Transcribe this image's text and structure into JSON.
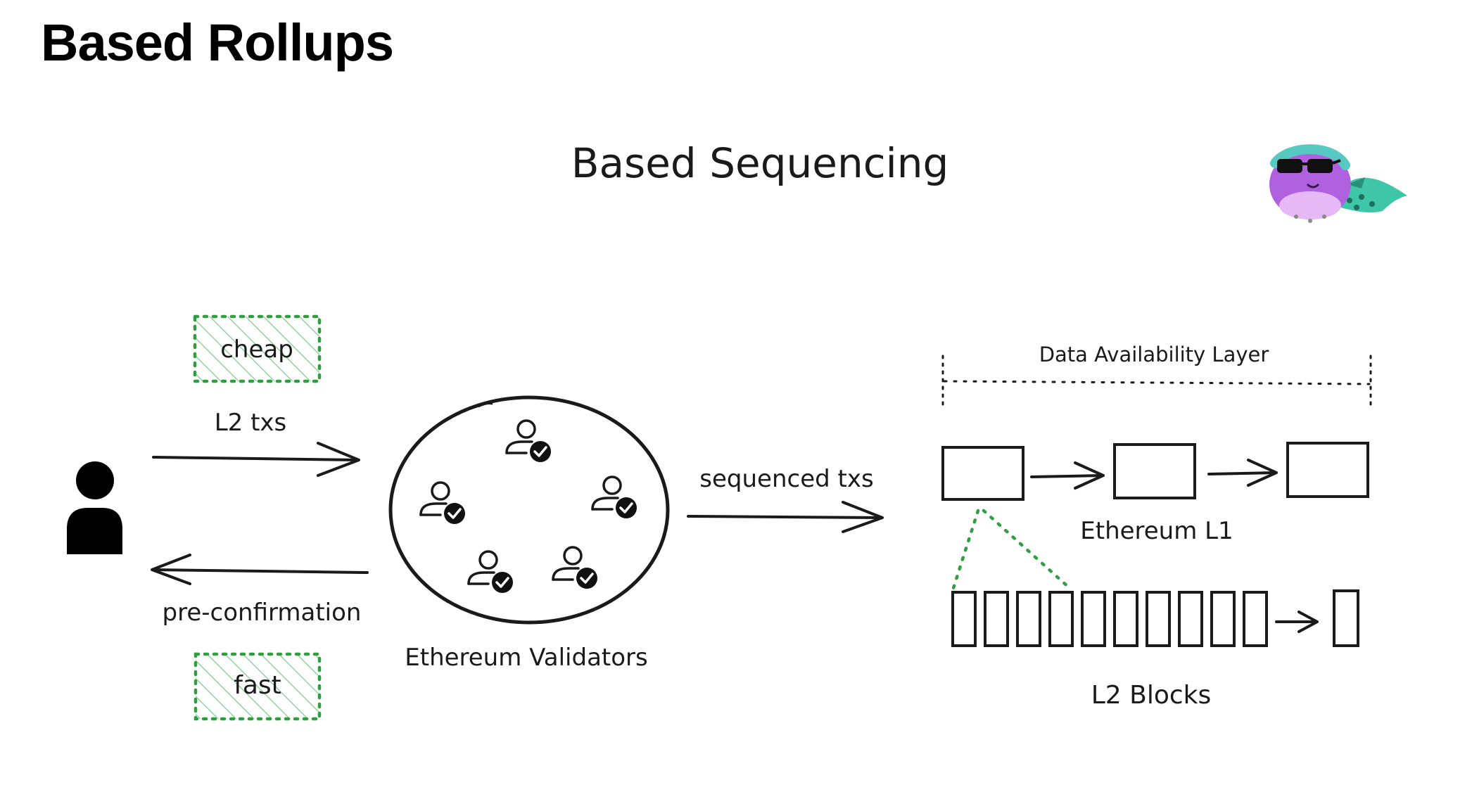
{
  "page": {
    "title": "Based Rollups"
  },
  "diagram": {
    "heading": "Based Sequencing",
    "badges": {
      "cheap": "cheap",
      "fast": "fast"
    },
    "arrows": {
      "l2_txs": "L2 txs",
      "pre_confirmation": "pre-confirmation",
      "sequenced_txs": "sequenced txs"
    },
    "validators_label": "Ethereum Validators",
    "data_availability_label": "Data Availability Layer",
    "ethereum_l1_label": "Ethereum L1",
    "l2_blocks_label": "L2 Blocks",
    "colors": {
      "ink": "#1a1a1a",
      "highlight_green": "#2e9e3e",
      "mascot_purple": "#b061e0",
      "mascot_teal": "#3fc6a8"
    },
    "icons": [
      "user-icon",
      "validator-check-icon",
      "mascot-icon"
    ]
  }
}
